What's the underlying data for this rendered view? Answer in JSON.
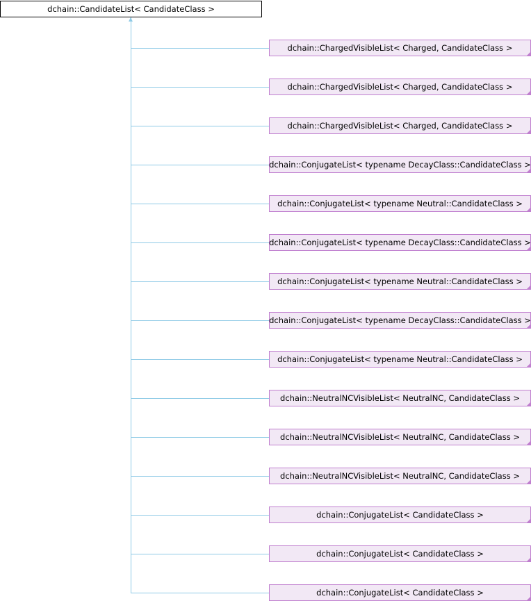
{
  "base_class": "dchain::CandidateList< CandidateClass >",
  "derived_classes": [
    "dchain::ChargedVisibleList< Charged, CandidateClass >",
    "dchain::ChargedVisibleList< Charged, CandidateClass >",
    "dchain::ChargedVisibleList< Charged, CandidateClass >",
    "dchain::ConjugateList< typename DecayClass::CandidateClass >",
    "dchain::ConjugateList< typename Neutral::CandidateClass >",
    "dchain::ConjugateList< typename DecayClass::CandidateClass >",
    "dchain::ConjugateList< typename Neutral::CandidateClass >",
    "dchain::ConjugateList< typename DecayClass::CandidateClass >",
    "dchain::ConjugateList< typename Neutral::CandidateClass >",
    "dchain::NeutralNCVisibleList< NeutralNC, CandidateClass >",
    "dchain::NeutralNCVisibleList< NeutralNC, CandidateClass >",
    "dchain::NeutralNCVisibleList< NeutralNC, CandidateClass >",
    "dchain::ConjugateList< CandidateClass >",
    "dchain::ConjugateList< CandidateClass >",
    "dchain::ConjugateList< CandidateClass >"
  ],
  "colors": {
    "edge": "#8ecae6",
    "child_fill": "#f2e8f5",
    "child_border": "#c07fcf"
  }
}
